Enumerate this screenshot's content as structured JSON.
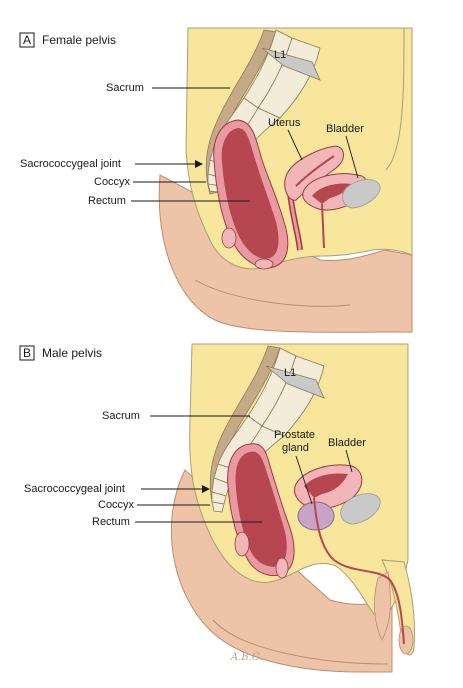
{
  "panel_a": {
    "letter": "A",
    "title": "Female pelvis",
    "labels": {
      "l1": "L1",
      "sacrum": "Sacrum",
      "sacrococcygeal_joint": "Sacrococcygeal joint",
      "coccyx": "Coccyx",
      "rectum": "Rectum",
      "uterus": "Uterus",
      "bladder": "Bladder"
    }
  },
  "panel_b": {
    "letter": "B",
    "title": "Male pelvis",
    "labels": {
      "l1": "L1",
      "sacrum": "Sacrum",
      "sacrococcygeal_joint": "Sacrococcygeal joint",
      "coccyx": "Coccyx",
      "rectum": "Rectum",
      "prostate_line1": "Prostate",
      "prostate_line2": "gland",
      "bladder": "Bladder"
    }
  },
  "signature": "A.B.G.",
  "colors": {
    "skin": "#edc4a8",
    "skin_outline": "#b98e74",
    "bone_fat": "#f7e69b",
    "bone_outline": "#a7a07a",
    "vertebra": "#f3ecd8",
    "spinal_cord": "#c4aa86",
    "rectum": "#b6464f",
    "rectum_wall": "#e89aa0",
    "organ_pink": "#f2b6b8",
    "prostate": "#c9a3c6",
    "gray_bone": "#c9c9c9"
  }
}
